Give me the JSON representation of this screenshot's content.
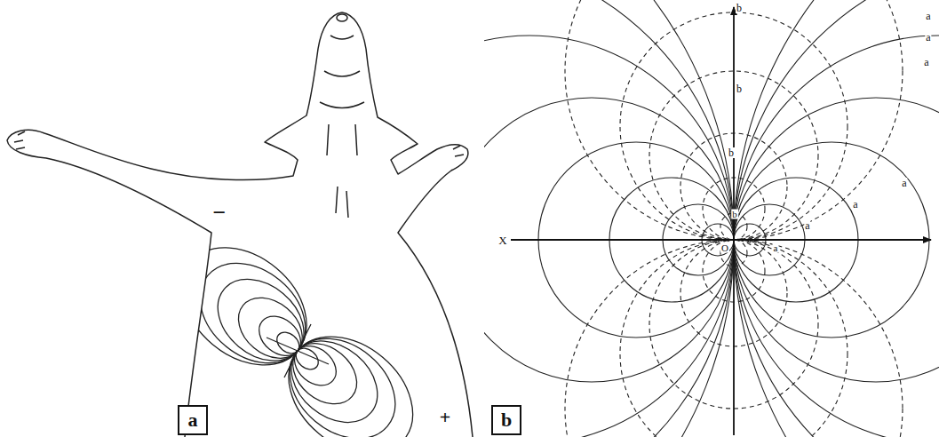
{
  "diagram": {
    "nodes": [
      {
        "text": [
          "a"
        ]
      },
      {
        "text": [
          "b"
        ]
      }
    ],
    "labels": [
      "−",
      "+",
      "b",
      "a",
      "a",
      "a",
      "b",
      "b",
      "a",
      "a",
      "a",
      "X",
      "b",
      "O",
      "a"
    ]
  }
}
